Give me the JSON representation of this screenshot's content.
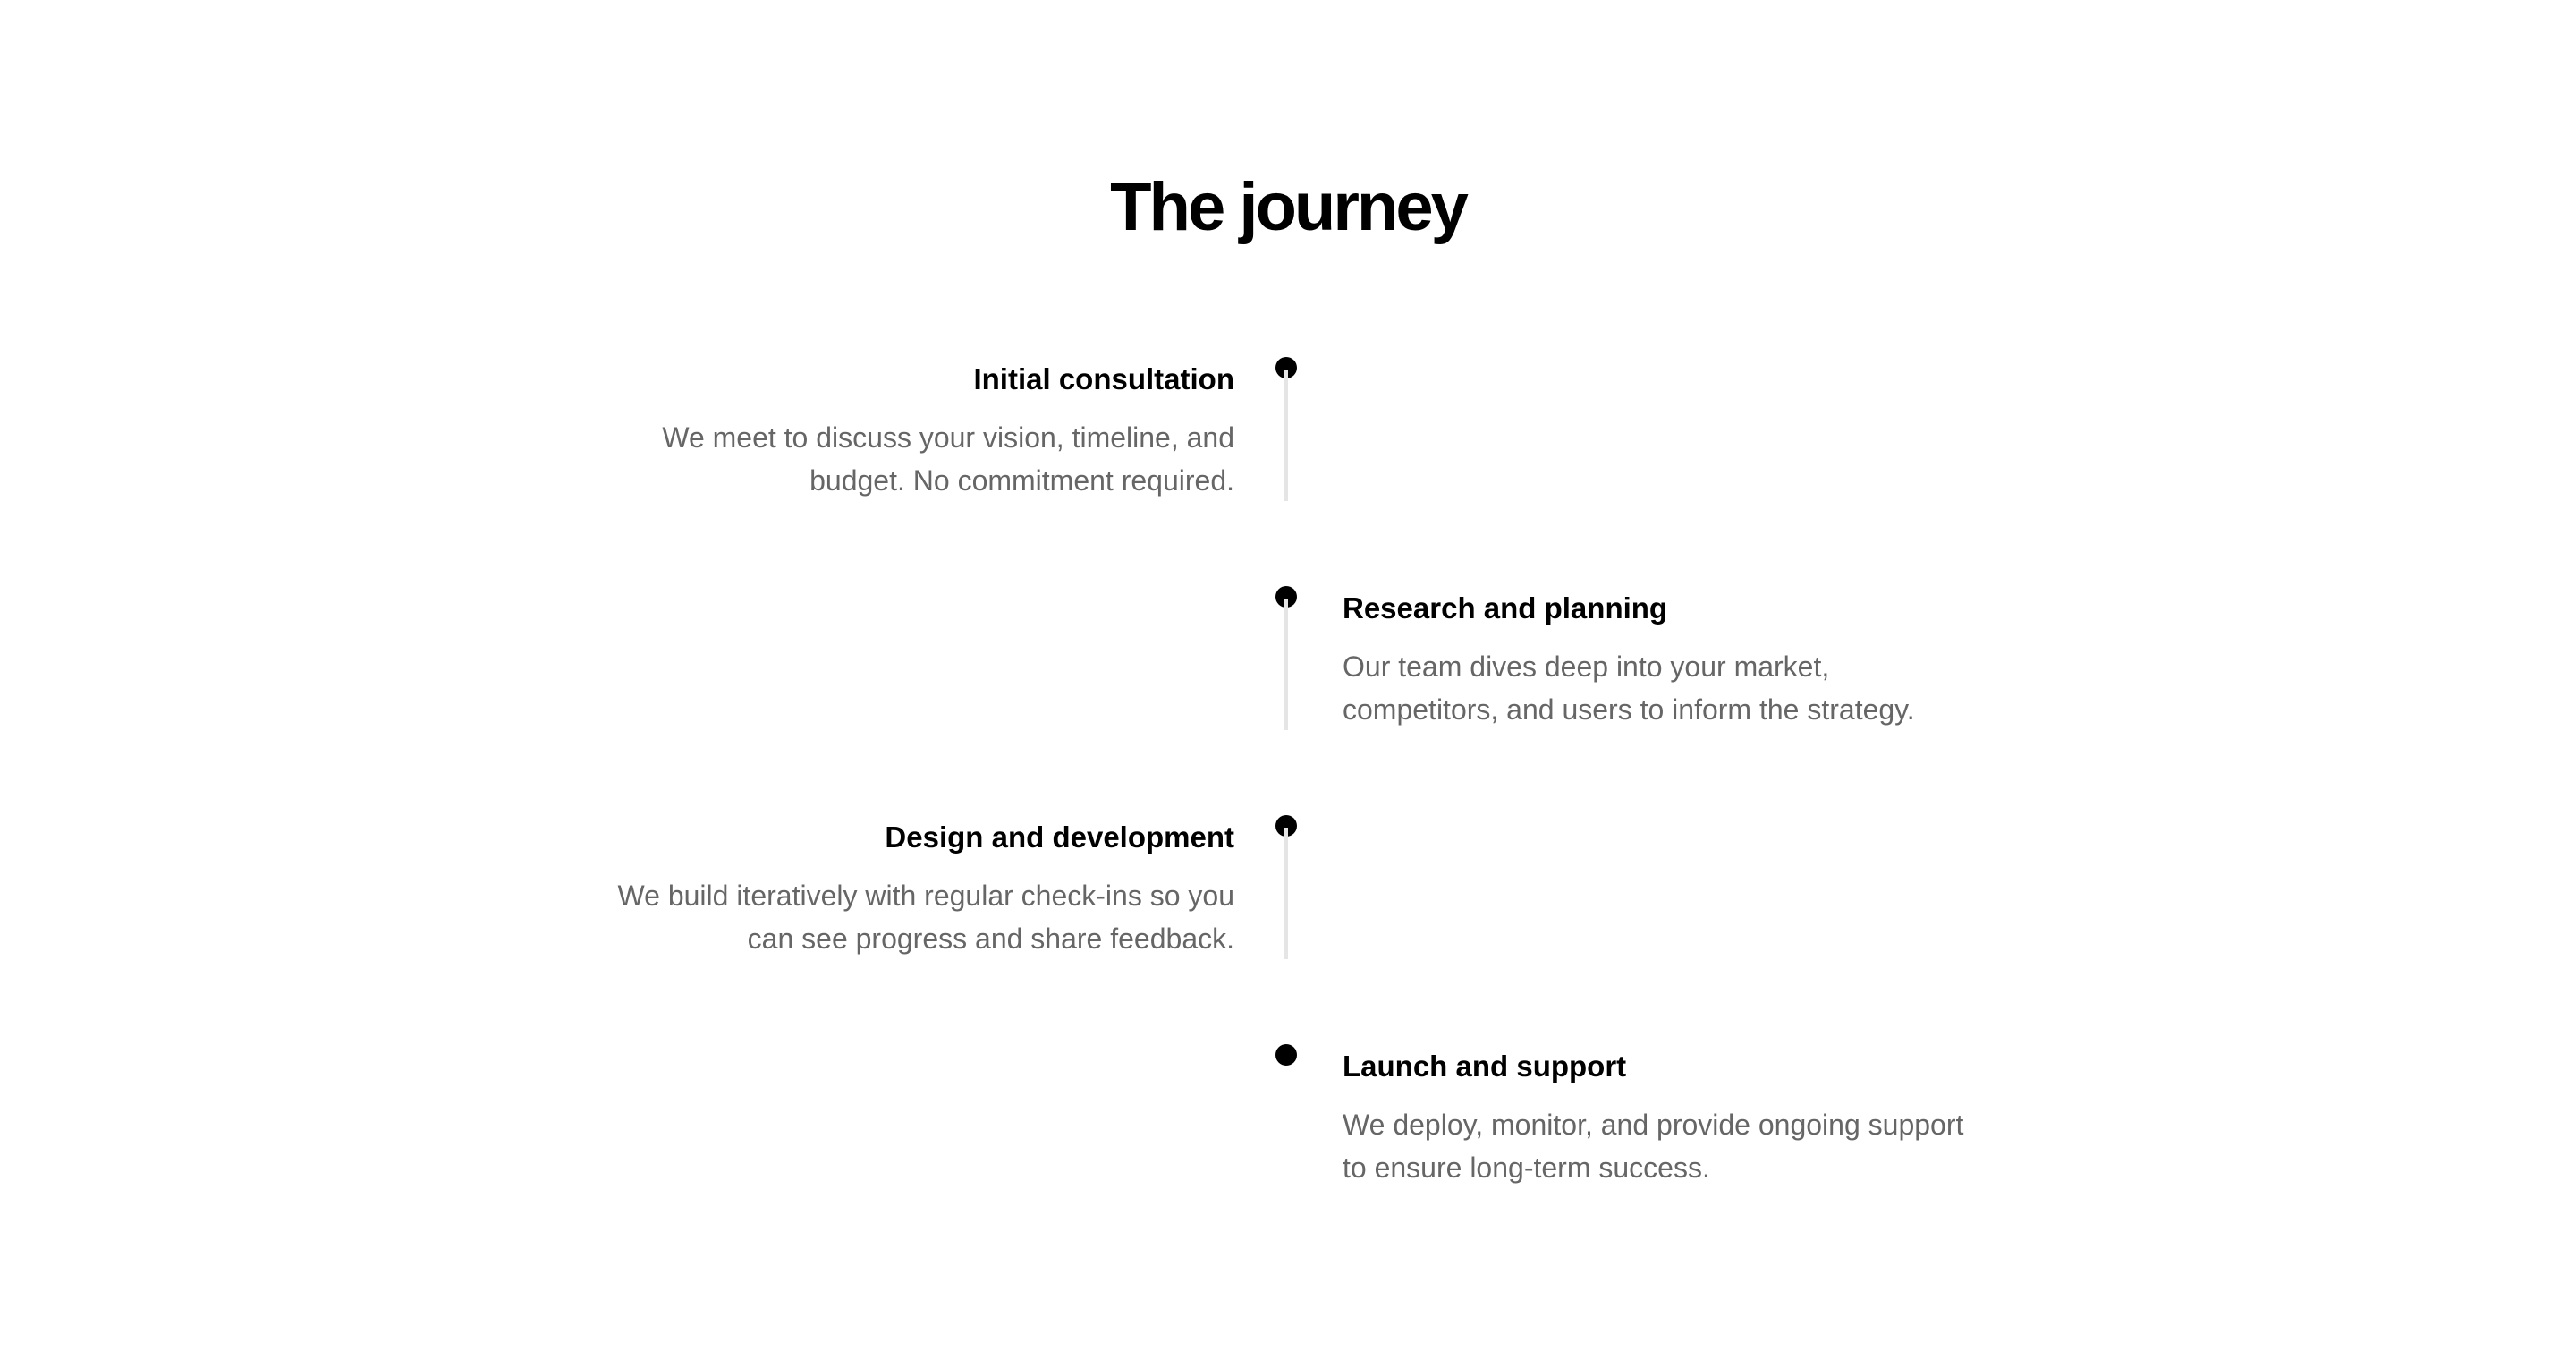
{
  "title": "The journey",
  "steps": [
    {
      "heading": "Initial consultation",
      "description": "We meet to discuss your vision, timeline, and budget. No commitment required."
    },
    {
      "heading": "Research and planning",
      "description": "Our team dives deep into your market, competitors, and users to inform the strategy."
    },
    {
      "heading": "Design and development",
      "description": "We build iteratively with regular check-ins so you can see progress and share feedback."
    },
    {
      "heading": "Launch and support",
      "description": "We deploy, monitor, and provide ongoing support to ensure long-term success."
    }
  ]
}
